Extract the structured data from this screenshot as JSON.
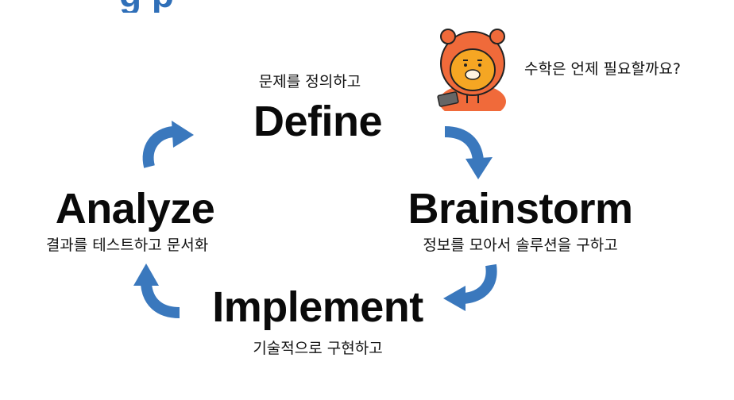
{
  "header_fragment": "g p",
  "question": "수학은 언제 필요할까요?",
  "steps": {
    "define": {
      "title": "Define",
      "subtitle": "문제를 정의하고"
    },
    "brainstorm": {
      "title": "Brainstorm",
      "subtitle": "정보를 모아서 솔루션을 구하고"
    },
    "implement": {
      "title": "Implement",
      "subtitle": "기술적으로 구현하고"
    },
    "analyze": {
      "title": "Analyze",
      "subtitle": "결과를 테스트하고 문서화"
    }
  },
  "colors": {
    "arrow": "#3a78bd",
    "mascot_hood": "#f06a3a",
    "mascot_face": "#f5a623"
  },
  "icons": [
    "cycle-arrow-icon",
    "mascot-illustration"
  ]
}
